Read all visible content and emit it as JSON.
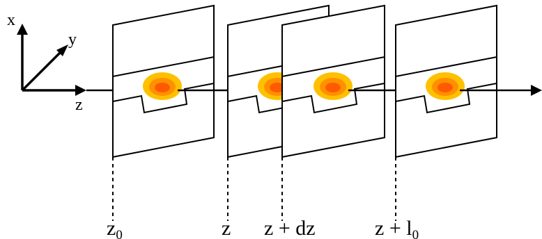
{
  "axes": {
    "x_label": "x",
    "y_label": "y",
    "z_label": "z"
  },
  "planes": [
    {
      "position_label": "z",
      "position_subscript": "0"
    },
    {
      "position_label": "z",
      "position_subscript": ""
    },
    {
      "position_label": "z + dz",
      "position_subscript": ""
    },
    {
      "position_label": "z + l",
      "position_subscript": "0"
    }
  ],
  "colors": {
    "line": "#000000",
    "plane_fill": "#ffffff",
    "beam_outer": "#FFC000",
    "beam_mid": "#FF9000",
    "beam_inner": "#FF5A00"
  }
}
